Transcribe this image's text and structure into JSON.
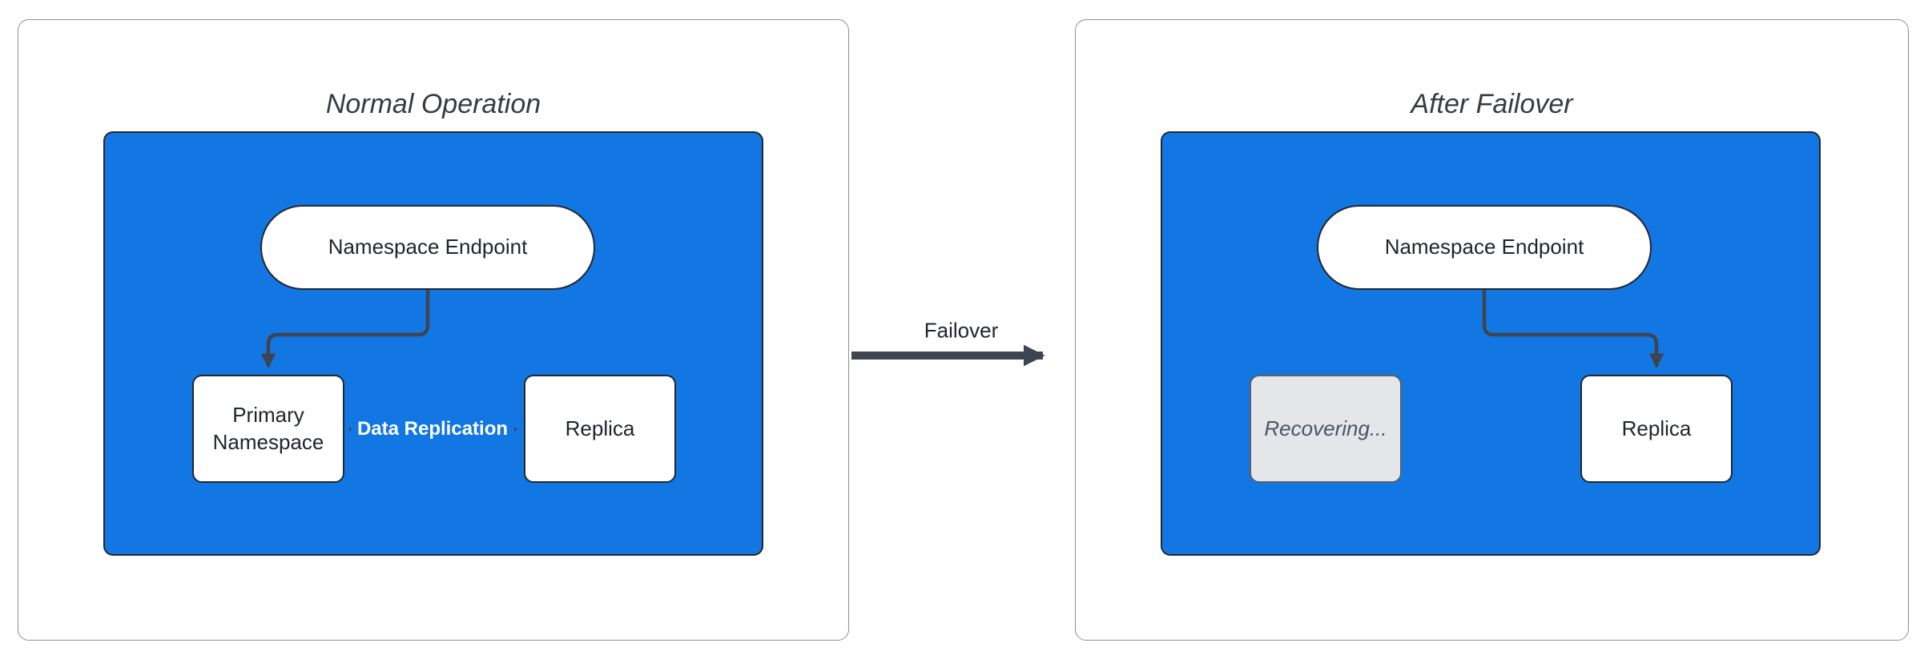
{
  "colors": {
    "container_blue": "#1276e3",
    "arrow_dark": "#3e4450",
    "node_border": "#23272e",
    "recovering_fill": "#e4e6e9",
    "recovering_text": "#4d5460"
  },
  "left_panel": {
    "title": "Normal Operation",
    "endpoint_label": "Namespace Endpoint",
    "primary_label_line1": "Primary",
    "primary_label_line2": "Namespace",
    "replica_label": "Replica",
    "replication_edge_label": "Data Replication"
  },
  "connector": {
    "label": "Failover"
  },
  "right_panel": {
    "title": "After Failover",
    "endpoint_label": "Namespace Endpoint",
    "recovering_label": "Recovering...",
    "replica_label": "Replica"
  }
}
